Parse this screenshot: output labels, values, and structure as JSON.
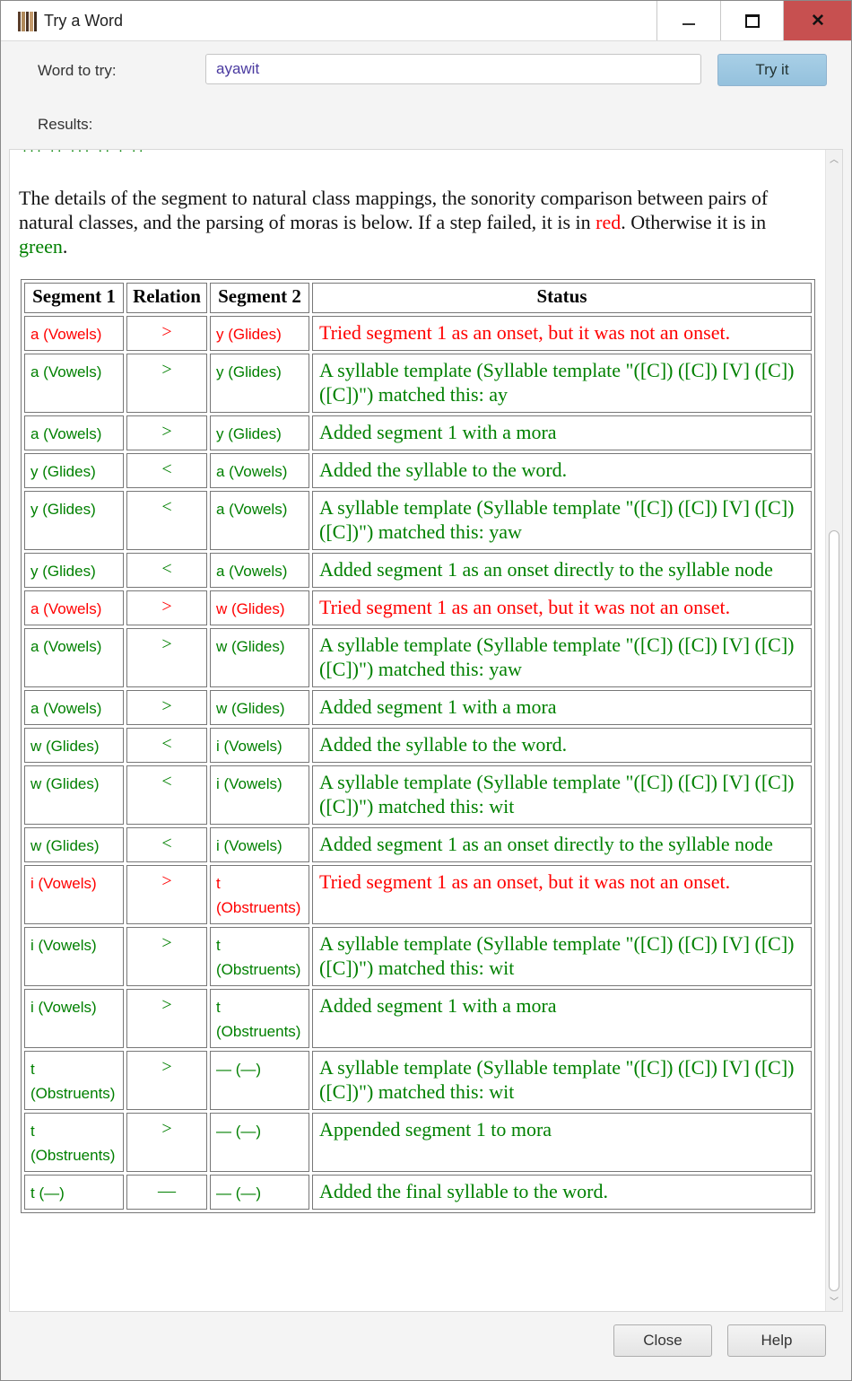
{
  "window": {
    "title": "Try a Word",
    "icon_colors": [
      "#5a3e2b",
      "#b08a5b",
      "#4b3426",
      "#c49a6c",
      "#3d2a1e"
    ]
  },
  "form": {
    "word_label": "Word to try:",
    "word_value": "ayawit",
    "try_button": "Try it",
    "results_label": "Results:"
  },
  "results": {
    "intro_before_red": "The details of the segment to natural class mappings, the sonority comparison between pairs of natural classes, and the parsing of moras is below. If a step failed, it is in ",
    "red_word": "red",
    "intro_middle": ". Otherwise it is in ",
    "green_word": "green",
    "intro_end": ".",
    "columns": [
      "Segment 1",
      "Relation",
      "Segment 2",
      "Status"
    ],
    "rows": [
      {
        "seg1": "a (Vowels)",
        "rel": ">",
        "seg2": "y (Glides)",
        "status": "Tried segment 1 as an onset, but it was not an onset.",
        "ok": false
      },
      {
        "seg1": "a (Vowels)",
        "rel": ">",
        "seg2": "y (Glides)",
        "status": "A syllable template (Syllable template \"([C]) ([C]) [V] ([C]) ([C])\") matched this: ay",
        "ok": true
      },
      {
        "seg1": "a (Vowels)",
        "rel": ">",
        "seg2": "y (Glides)",
        "status": "Added segment 1 with a mora",
        "ok": true
      },
      {
        "seg1": "y (Glides)",
        "rel": "<",
        "seg2": "a (Vowels)",
        "status": "Added the syllable to the word.",
        "ok": true
      },
      {
        "seg1": "y (Glides)",
        "rel": "<",
        "seg2": "a (Vowels)",
        "status": "A syllable template (Syllable template \"([C]) ([C]) [V] ([C]) ([C])\") matched this: yaw",
        "ok": true
      },
      {
        "seg1": "y (Glides)",
        "rel": "<",
        "seg2": "a (Vowels)",
        "status": "Added segment 1 as an onset directly to the syllable node",
        "ok": true
      },
      {
        "seg1": "a (Vowels)",
        "rel": ">",
        "seg2": "w (Glides)",
        "status": "Tried segment 1 as an onset, but it was not an onset.",
        "ok": false
      },
      {
        "seg1": "a (Vowels)",
        "rel": ">",
        "seg2": "w (Glides)",
        "status": "A syllable template (Syllable template \"([C]) ([C]) [V] ([C]) ([C])\") matched this: yaw",
        "ok": true
      },
      {
        "seg1": "a (Vowels)",
        "rel": ">",
        "seg2": "w (Glides)",
        "status": "Added segment 1 with a mora",
        "ok": true
      },
      {
        "seg1": "w (Glides)",
        "rel": "<",
        "seg2": "i (Vowels)",
        "status": "Added the syllable to the word.",
        "ok": true
      },
      {
        "seg1": "w (Glides)",
        "rel": "<",
        "seg2": "i (Vowels)",
        "status": "A syllable template (Syllable template \"([C]) ([C]) [V] ([C]) ([C])\") matched this: wit",
        "ok": true
      },
      {
        "seg1": "w (Glides)",
        "rel": "<",
        "seg2": "i (Vowels)",
        "status": "Added segment 1 as an onset directly to the syllable node",
        "ok": true
      },
      {
        "seg1": "i (Vowels)",
        "rel": ">",
        "seg2": "t (Obstruents)",
        "status": "Tried segment 1 as an onset, but it was not an onset.",
        "ok": false
      },
      {
        "seg1": "i (Vowels)",
        "rel": ">",
        "seg2": "t (Obstruents)",
        "status": "A syllable template (Syllable template \"([C]) ([C]) [V] ([C]) ([C])\") matched this: wit",
        "ok": true
      },
      {
        "seg1": "i (Vowels)",
        "rel": ">",
        "seg2": "t (Obstruents)",
        "status": "Added segment 1 with a mora",
        "ok": true
      },
      {
        "seg1": "t (Obstruents)",
        "rel": ">",
        "seg2": "— (—)",
        "status": "A syllable template (Syllable template \"([C]) ([C]) [V] ([C]) ([C])\") matched this: wit",
        "ok": true
      },
      {
        "seg1": "t (Obstruents)",
        "rel": ">",
        "seg2": "— (—)",
        "status": "Appended segment 1 to mora",
        "ok": true
      },
      {
        "seg1": "t (—)",
        "rel": "—",
        "seg2": "— (—)",
        "status": "Added the final syllable to the word.",
        "ok": true
      }
    ]
  },
  "footer": {
    "close_button": "Close",
    "help_button": "Help"
  },
  "colors": {
    "fail": "#ff0000",
    "success": "#008000",
    "close_hover": "#c75050",
    "accent_button": "#a8cfe6"
  }
}
